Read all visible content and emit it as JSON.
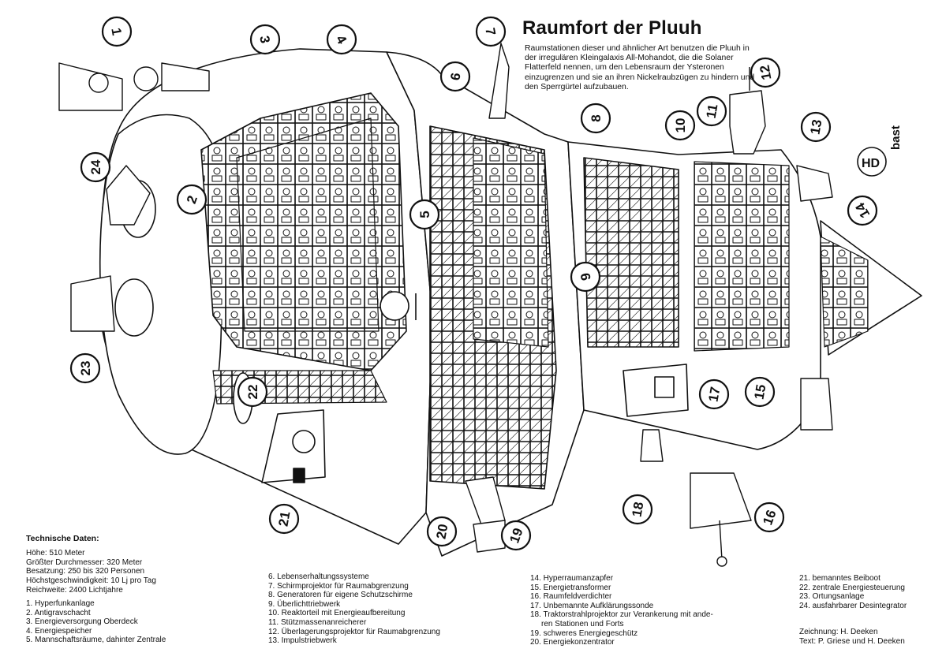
{
  "title": "Raumfort der Pluuh",
  "intro": "Raumstationen dieser und ähnlicher Art benutzen die Pluuh in der irregulären Kleingalaxis All-Mohandot, die die Solaner Flatterfeld nennen, um den Lebensraum der Ysteronen einzugrenzen und sie an ihren Nickelraubzügen zu hindern und den Sperrgürtel aufzubauen.",
  "signature": "bast",
  "signature_mark": "HD",
  "technical_data": {
    "heading": "Technische Daten:",
    "rows": [
      "Höhe: 510 Meter",
      "Größter Durchmesser: 320 Meter",
      "Besatzung: 250 bis 320 Personen",
      "Höchstgeschwindigkeit: 10 Lj pro Tag",
      "Reichweite: 2400 Lichtjahre"
    ]
  },
  "legend": [
    "1. Hyperfunkanlage",
    "2. Antigravschacht",
    "3. Energieversorgung Oberdeck",
    "4. Energiespeicher",
    "5. Mannschaftsräume, dahinter Zentrale",
    "6. Lebenserhaltungssysteme",
    "7. Schirmprojektor für Raumabgrenzung",
    "8. Generatoren für eigene Schutzschirme",
    "9. Überlichttriebwerk",
    "10. Reaktorteil mit Energieaufbereitung",
    "11. Stützmassenanreicherer",
    "12. Überlagerungsprojektor für Raumabgrenzung",
    "13. Impulstriebwerk",
    "14. Hyperraumanzapfer",
    "15. Energietransformer",
    "16. Raumfeldverdichter",
    "17. Unbemannte Aufklärungssonde",
    "18. Traktorstrahlprojektor zur Verankerung mit anderen Stationen und Forts",
    "19. schweres Energiegeschütz",
    "20. Energiekonzentrator",
    "21. bemanntes Beiboot",
    "22. zentrale Energiesteuerung",
    "23. Ortungsanlage",
    "24. ausfahrbarer Desintegrator"
  ],
  "legend_18_line1": "18. Traktorstrahlprojektor zur Verankerung mit ande-",
  "legend_18_line2": "ren Stationen und Forts",
  "credits": [
    "Zeichnung: H. Deeken",
    "Text: P. Griese und H. Deeken"
  ],
  "callouts": [
    "1",
    "2",
    "3",
    "4",
    "5",
    "6",
    "7",
    "8",
    "9",
    "10",
    "11",
    "12",
    "13",
    "14",
    "15",
    "16",
    "17",
    "18",
    "19",
    "20",
    "21",
    "22",
    "23",
    "24"
  ]
}
